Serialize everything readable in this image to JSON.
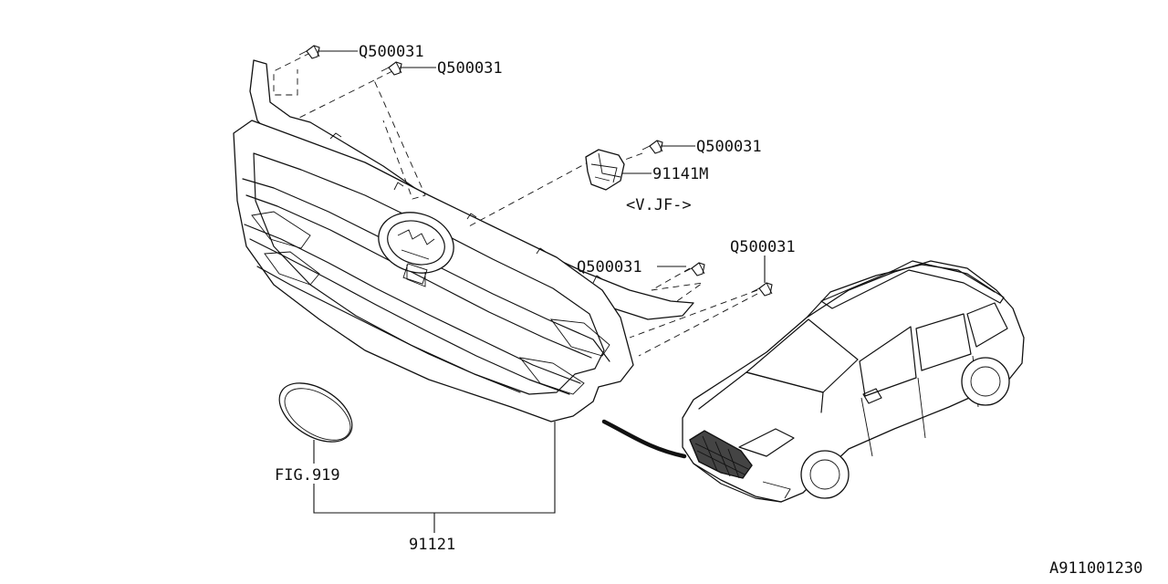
{
  "callouts": {
    "bolt_1": "Q500031",
    "bolt_2": "Q500031",
    "bolt_3": "Q500031",
    "bolt_4": "Q500031",
    "bolt_5": "Q500031",
    "bracket": "91141M",
    "bracket_note": "<V.JF->",
    "emblem_ref": "FIG.919",
    "grille": "91121"
  },
  "diagram_id": "A911001230",
  "parts": [
    {
      "name": "front-grille",
      "icon": "grille-icon"
    },
    {
      "name": "emblem",
      "icon": "emblem-icon"
    },
    {
      "name": "radar-bracket",
      "icon": "bracket-icon"
    },
    {
      "name": "bolt",
      "icon": "bolt-icon"
    },
    {
      "name": "vehicle",
      "icon": "car-icon"
    }
  ]
}
